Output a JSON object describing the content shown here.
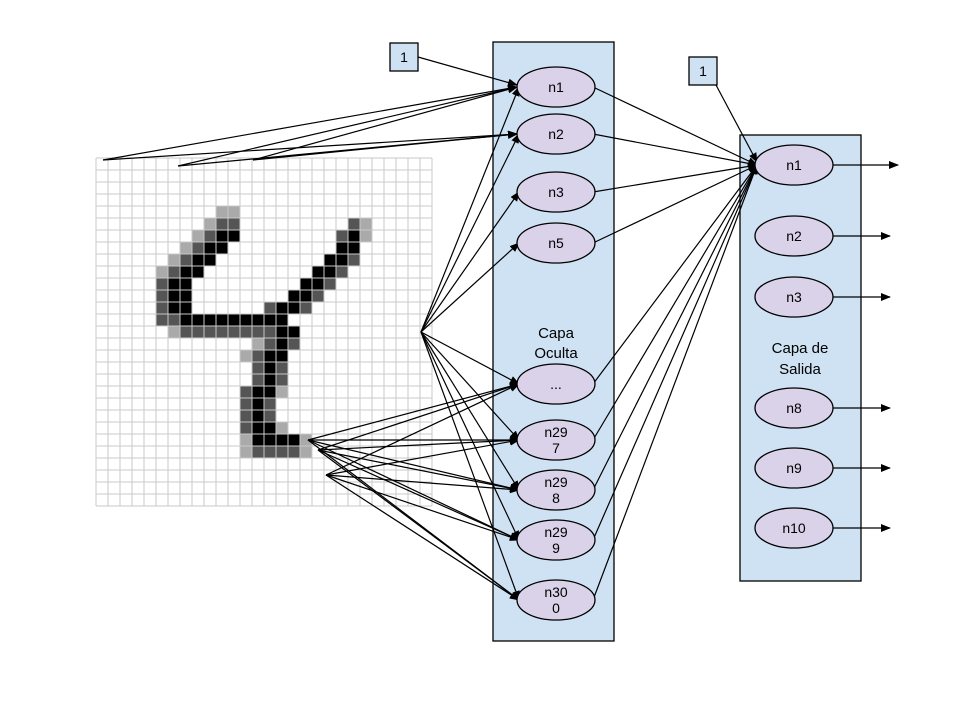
{
  "hidden_layer": {
    "label_line1": "Capa",
    "label_line2": "Oculta",
    "nodes": [
      {
        "id": "n1",
        "lines": [
          "n1"
        ]
      },
      {
        "id": "n2",
        "lines": [
          "n2"
        ]
      },
      {
        "id": "n3",
        "lines": [
          "n3"
        ]
      },
      {
        "id": "n5",
        "lines": [
          "n5"
        ]
      },
      {
        "id": "ellipsis",
        "lines": [
          "..."
        ]
      },
      {
        "id": "n297",
        "lines": [
          "n29",
          "7"
        ]
      },
      {
        "id": "n298",
        "lines": [
          "n29",
          "8"
        ]
      },
      {
        "id": "n299",
        "lines": [
          "n29",
          "9"
        ]
      },
      {
        "id": "n300",
        "lines": [
          "n30",
          "0"
        ]
      }
    ]
  },
  "output_layer": {
    "label_line1": "Capa de",
    "label_line2": "Salida",
    "nodes": [
      {
        "id": "n1",
        "lines": [
          "n1"
        ]
      },
      {
        "id": "n2",
        "lines": [
          "n2"
        ]
      },
      {
        "id": "n3",
        "lines": [
          "n3"
        ]
      },
      {
        "id": "n8",
        "lines": [
          "n8"
        ]
      },
      {
        "id": "n9",
        "lines": [
          "n9"
        ]
      },
      {
        "id": "n10",
        "lines": [
          "n10"
        ]
      }
    ]
  },
  "bias_hidden": {
    "label": "1"
  },
  "bias_output": {
    "label": "1"
  },
  "input_image": {
    "description_icon": "handwritten-digit-grid",
    "dark_color": "#000000",
    "mid_color": "#555555",
    "light_color": "#aaaaaa"
  },
  "colors": {
    "layer_fill": "#cfe2f3",
    "node_fill": "#d9d2e9"
  }
}
